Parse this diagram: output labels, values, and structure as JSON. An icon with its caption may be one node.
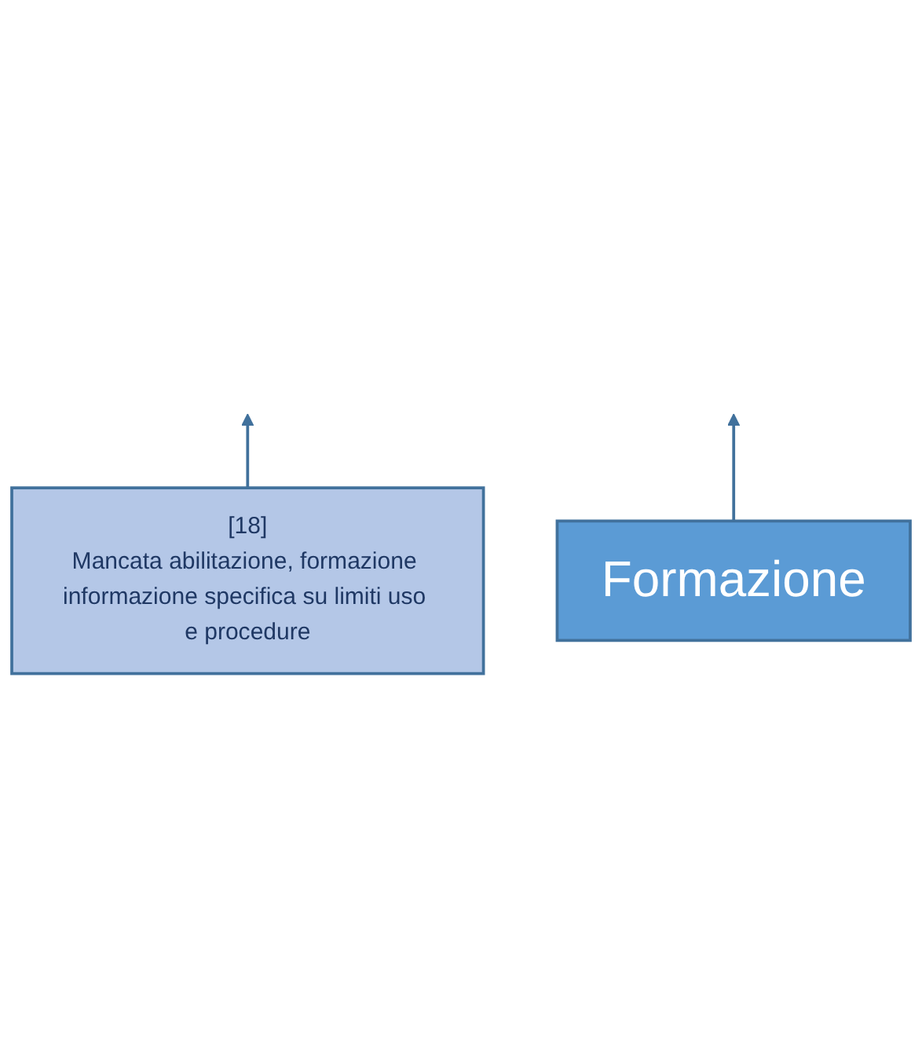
{
  "diagram": {
    "nodes": [
      {
        "text": [
          "[18]",
          "Mancata abilitazione, formazione informazione specifica su limiti uso e procedure"
        ]
      },
      {
        "text": [
          "Formazione"
        ]
      }
    ],
    "edges": [
      {
        "from": 0,
        "to": null,
        "arrow": "to"
      },
      {
        "from": 1,
        "to": null,
        "arrow": "to"
      }
    ]
  }
}
